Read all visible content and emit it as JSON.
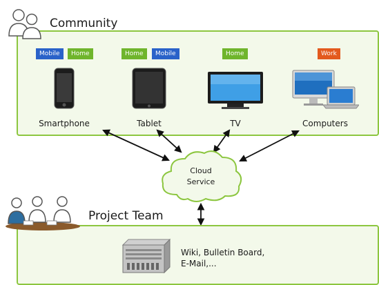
{
  "community": {
    "title": "Community"
  },
  "devices": [
    {
      "label": "Smartphone",
      "tags": [
        "Mobile",
        "Home"
      ]
    },
    {
      "label": "Tablet",
      "tags": [
        "Home",
        "Mobile"
      ]
    },
    {
      "label": "TV",
      "tags": [
        "Home"
      ]
    },
    {
      "label": "Computers",
      "tags": [
        "Work"
      ]
    }
  ],
  "cloud": {
    "line1": "Cloud",
    "line2": "Service"
  },
  "project_team": {
    "title": "Project Team"
  },
  "server": {
    "line1": "Wiki, Bulletin Board,",
    "line2": "E-Mail,..."
  },
  "colors": {
    "panel_border": "#8cc63f",
    "panel_fill": "#f3f9ea",
    "mobile_tag": "#2a62c9",
    "home_tag": "#6fb52c",
    "work_tag": "#e35a1e"
  },
  "icons": [
    "community-people-icon",
    "smartphone-icon",
    "tablet-icon",
    "tv-icon",
    "computers-icon",
    "cloud-icon",
    "project-team-people-icon",
    "server-icon"
  ]
}
